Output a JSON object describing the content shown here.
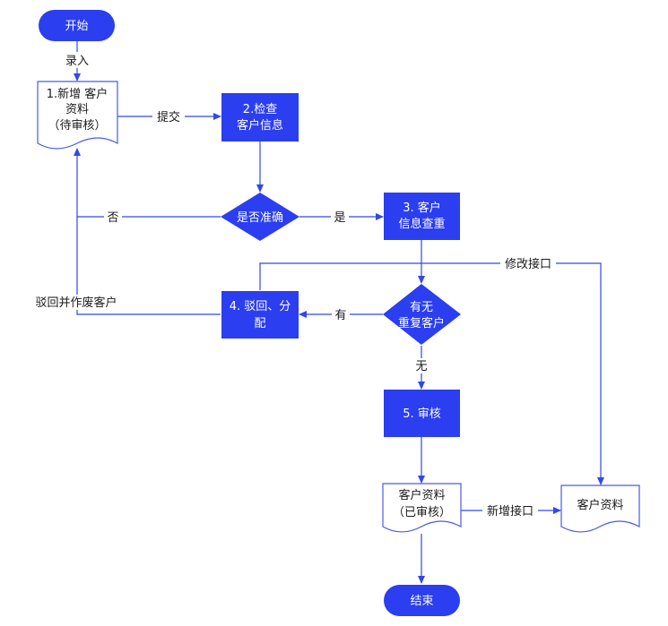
{
  "nodes": {
    "start": "开始",
    "new_client": [
      "1.新增 客户",
      "资料",
      "（待审核）"
    ],
    "check": [
      "2.检查",
      "客户信息"
    ],
    "accurate": "是否准确",
    "dedupe": [
      "3. 客户",
      "信息查重"
    ],
    "duplicate": [
      "有无",
      "重复客户"
    ],
    "reject": [
      "4. 驳回、分",
      "配"
    ],
    "review": "5. 审核",
    "client_reviewed": [
      "客户资料",
      "（已审核）"
    ],
    "client_data": "客户资料",
    "end": "结束"
  },
  "edges": {
    "enter": "录入",
    "submit": "提交",
    "no": "否",
    "yes": "是",
    "modify_api": "修改接口",
    "has": "有",
    "reject_void": "驳回并作废客户",
    "none": "无",
    "new_api": "新增接口"
  },
  "colors": {
    "fill": "#2b3ef0",
    "stroke": "#2b3ef0",
    "line": "#3347e8",
    "doc_stroke": "#4a5ae6"
  }
}
